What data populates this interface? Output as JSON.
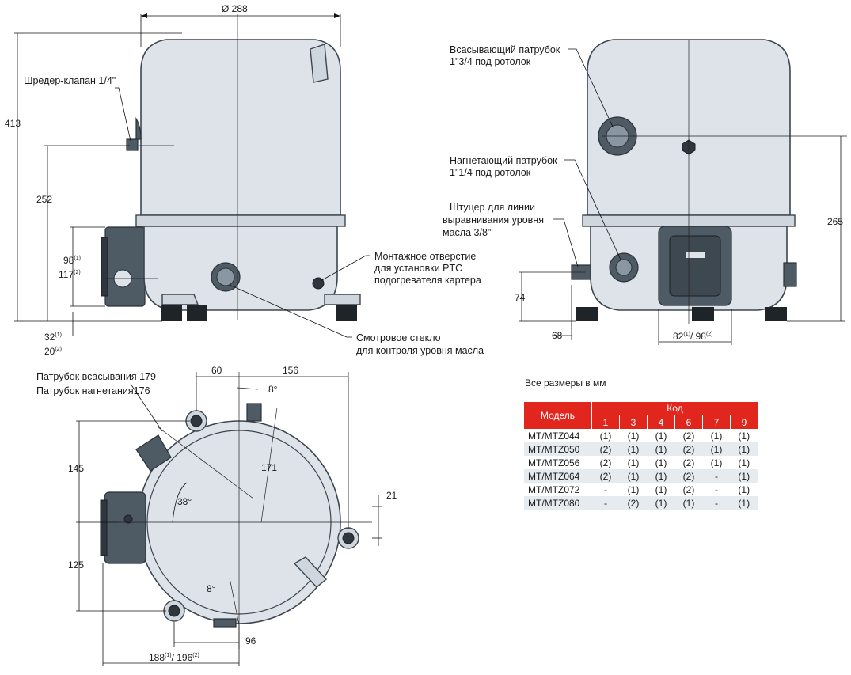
{
  "dimensions": {
    "diameter": "Ø 288",
    "height_total": "413",
    "schrader_height": "252",
    "box_height_1": "98",
    "box_height_1_code": "(1)",
    "box_height_2": "117",
    "box_height_2_code": "(2)",
    "base_offset_1": "32",
    "base_offset_1_code": "(1)",
    "base_offset_2": "20",
    "base_offset_2_code": "(2)",
    "suction_height": "265",
    "equalization_height": "74",
    "equalization_offset": "68",
    "box_width_1": "82",
    "box_width_1_code": "(1)",
    "box_width_sep": "/ 98",
    "box_width_2_code": "(2)",
    "top_60": "60",
    "top_156": "156",
    "angle_8_top": "8°",
    "radius_171": "171",
    "angle_38": "38°",
    "top_145": "145",
    "top_125": "125",
    "top_21": "21",
    "angle_8_bottom": "8°",
    "top_96": "96",
    "bottom_188": "188",
    "bottom_188_code": "(1)",
    "bottom_sep": "/ 196",
    "bottom_196_code": "(2)"
  },
  "labels": {
    "schrader": "Шредер-клапан 1/4\"",
    "mounting_line1": "Монтажное отверстие",
    "mounting_line2": "для установки PTC",
    "mounting_line3": "подогревателя картера",
    "sight_line1": "Смотровое стекло",
    "sight_line2": "для контроля уровня масла",
    "suction_line1": "Всасывающий патрубок",
    "suction_line2": "1\"3/4 под ротолок",
    "discharge_line1": "Нагнетающий патрубок",
    "discharge_line2": "1\"1/4 под ротолок",
    "oil_line1": "Штуцер для линии",
    "oil_line2": "выравнивания уровня",
    "oil_line3": "масла 3/8\"",
    "suction_pipe": "Патрубок всасывания 179",
    "discharge_pipe": "Патрубок нагнетания176"
  },
  "units_note": "Все размеры в мм",
  "table": {
    "model_header": "Модель",
    "code_header": "Код",
    "codes": [
      "1",
      "3",
      "4",
      "6",
      "7",
      "9"
    ],
    "rows": [
      {
        "model": "MT/MTZ044",
        "values": [
          "(1)",
          "(1)",
          "(1)",
          "(2)",
          "(1)",
          "(1)"
        ]
      },
      {
        "model": "MT/MTZ050",
        "values": [
          "(2)",
          "(1)",
          "(1)",
          "(2)",
          "(1)",
          "(1)"
        ]
      },
      {
        "model": "MT/MTZ056",
        "values": [
          "(2)",
          "(1)",
          "(1)",
          "(2)",
          "(1)",
          "(1)"
        ]
      },
      {
        "model": "MT/MTZ064",
        "values": [
          "(2)",
          "(1)",
          "(1)",
          "(2)",
          "-",
          "(1)"
        ]
      },
      {
        "model": "MT/MTZ072",
        "values": [
          "-",
          "(1)",
          "(1)",
          "(2)",
          "-",
          "(1)"
        ]
      },
      {
        "model": "MT/MTZ080",
        "values": [
          "-",
          "(2)",
          "(1)",
          "(1)",
          "-",
          "(1)"
        ]
      }
    ]
  },
  "colors": {
    "header_red": "#e0261d",
    "shell": "#dde3e9",
    "dark_part": "#4e5a64"
  }
}
